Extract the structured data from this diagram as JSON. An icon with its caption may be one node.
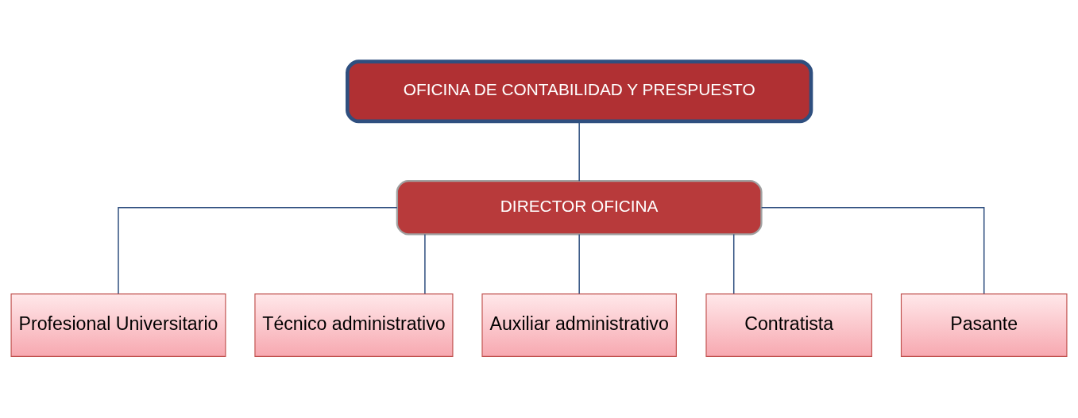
{
  "diagram": {
    "nodes": [
      {
        "text": [
          "OFICINA DE CONTABILIDAD Y PRESPUESTO"
        ]
      },
      {
        "text": [
          "DIRECTOR OFICINA"
        ]
      },
      {
        "text": [
          "Profesional Universitario"
        ]
      },
      {
        "text": [
          "Técnico administrativo"
        ]
      },
      {
        "text": [
          "Auxiliar administrativo"
        ]
      },
      {
        "text": [
          "Contratista"
        ]
      },
      {
        "text": [
          "Pasante"
        ]
      }
    ],
    "edges": [
      {
        "from": 0,
        "to": 1,
        "arrow": "none"
      },
      {
        "from": 1,
        "to": 2,
        "arrow": "none"
      },
      {
        "from": 1,
        "to": 3,
        "arrow": "none"
      },
      {
        "from": 1,
        "to": 4,
        "arrow": "none"
      },
      {
        "from": 1,
        "to": 5,
        "arrow": "none"
      },
      {
        "from": 1,
        "to": 6,
        "arrow": "none"
      }
    ]
  }
}
